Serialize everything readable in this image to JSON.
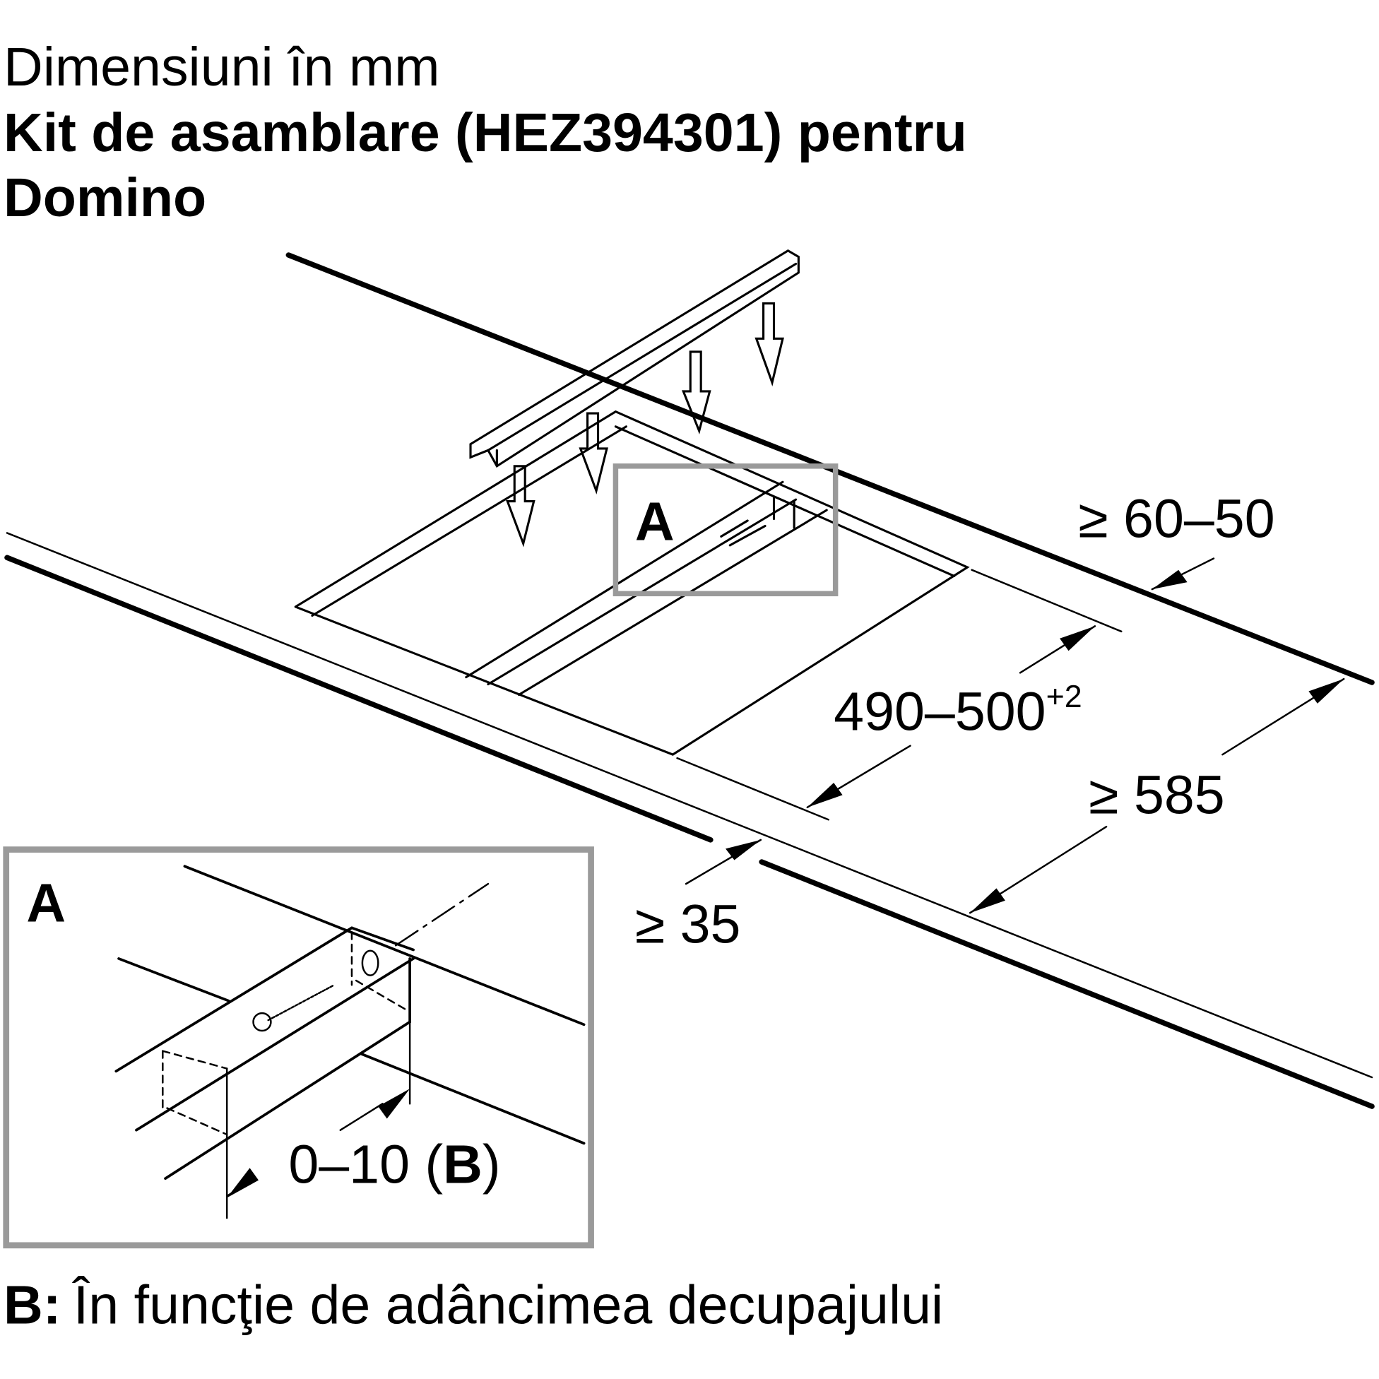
{
  "header": {
    "units": "Dimensiuni în mm",
    "title_line1": "Kit de asamblare (HEZ394301) pentru",
    "title_line2": "Domino"
  },
  "callouts": {
    "detail_label_main": "A",
    "detail_label_inset": "A"
  },
  "dimensions": {
    "rear_gap": "≥ 60–50",
    "cutout_depth": "490–500",
    "cutout_depth_tolerance": "+2",
    "worktop_depth": "≥ 585",
    "front_gap": "≥ 35",
    "bar_offset": "0–10 (",
    "bar_offset_ref": "B",
    "bar_offset_close": ")"
  },
  "footnote": {
    "key": "B:",
    "text": "În funcţie de adâncimea decupajului"
  },
  "colors": {
    "frame": "#9a9a9a",
    "line": "#000000"
  }
}
